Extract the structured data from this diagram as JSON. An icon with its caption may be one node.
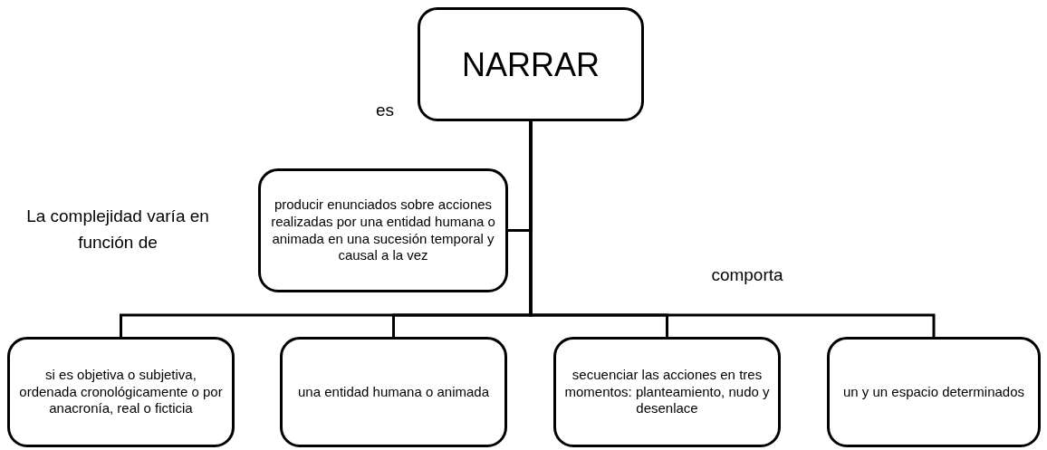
{
  "diagram": {
    "nodes": [
      {
        "text": [
          "NARRAR"
        ]
      },
      {
        "text": [
          "producir enunciados sobre acciones realizadas por una entidad humana o animada en una sucesión temporal y causal a la vez"
        ]
      },
      {
        "text": [
          "si es objetiva o subjetiva, ordenada cronológicamente  o por anacronía, real o ficticia"
        ]
      },
      {
        "text": [
          "una entidad humana o animada"
        ]
      },
      {
        "text": [
          "secuenciar las acciones en tres momentos: planteamiento, nudo y desenlace"
        ]
      },
      {
        "text": [
          "un y un espacio determinados"
        ]
      }
    ],
    "edges": [
      {
        "from": 0,
        "to": 1,
        "arrow": "none"
      },
      {
        "from": 0,
        "to": 2,
        "arrow": "none"
      },
      {
        "from": 0,
        "to": 3,
        "arrow": "none"
      },
      {
        "from": 0,
        "to": 4,
        "arrow": "none"
      },
      {
        "from": 0,
        "to": 5,
        "arrow": "none"
      }
    ],
    "labels": [
      "es",
      "La complejidad varía en función de",
      "comporta"
    ]
  }
}
